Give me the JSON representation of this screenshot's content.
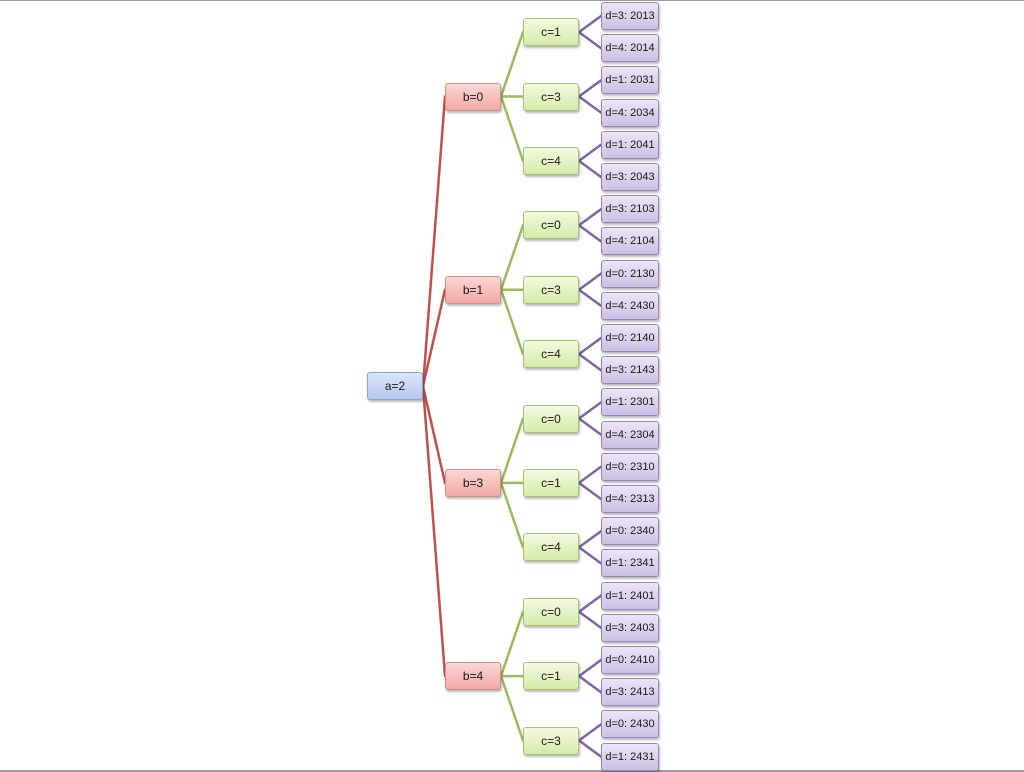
{
  "colors": {
    "edge_root": "#c0504d",
    "edge_level2": "#9bbb59",
    "edge_level3": "#8064a2"
  },
  "tree": {
    "root": {
      "label": "a=2",
      "children": [
        {
          "label": "b=0",
          "children": [
            {
              "label": "c=1",
              "children": [
                "d=3: 2013",
                "d=4: 2014"
              ]
            },
            {
              "label": "c=3",
              "children": [
                "d=1: 2031",
                "d=4: 2034"
              ]
            },
            {
              "label": "c=4",
              "children": [
                "d=1: 2041",
                "d=3: 2043"
              ]
            }
          ]
        },
        {
          "label": "b=1",
          "children": [
            {
              "label": "c=0",
              "children": [
                "d=3: 2103",
                "d=4: 2104"
              ]
            },
            {
              "label": "c=3",
              "children": [
                "d=0: 2130",
                "d=4: 2430"
              ]
            },
            {
              "label": "c=4",
              "children": [
                "d=0: 2140",
                "d=3: 2143"
              ]
            }
          ]
        },
        {
          "label": "b=3",
          "children": [
            {
              "label": "c=0",
              "children": [
                "d=1: 2301",
                "d=4: 2304"
              ]
            },
            {
              "label": "c=1",
              "children": [
                "d=0: 2310",
                "d=4: 2313"
              ]
            },
            {
              "label": "c=4",
              "children": [
                "d=0: 2340",
                "d=1: 2341"
              ]
            }
          ]
        },
        {
          "label": "b=4",
          "children": [
            {
              "label": "c=0",
              "children": [
                "d=1: 2401",
                "d=3: 2403"
              ]
            },
            {
              "label": "c=1",
              "children": [
                "d=0: 2410",
                "d=3: 2413"
              ]
            },
            {
              "label": "c=3",
              "children": [
                "d=0: 2430",
                "d=1: 2431"
              ]
            }
          ]
        }
      ]
    }
  }
}
